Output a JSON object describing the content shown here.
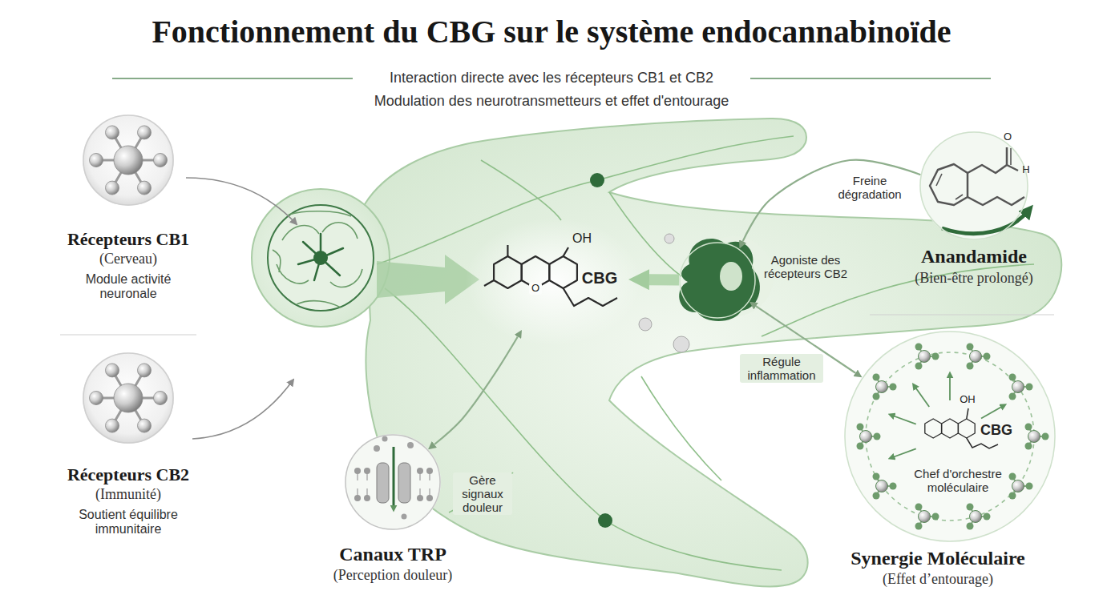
{
  "diagram": {
    "title": "Fonctionnement du CBG sur le système endocannabinoïde",
    "nodes": [
      {
        "text": [
          "Récepteurs CB1",
          "(Cerveau)",
          "Module activité neuronale"
        ]
      },
      {
        "text": [
          "Récepteurs CB2",
          "(Immunité)",
          "Soutient équilibre immunitaire"
        ]
      },
      {
        "text": [
          "CBG"
        ]
      },
      {
        "text": [
          "Agoniste des récepteurs CB2"
        ]
      },
      {
        "text": [
          "Anandamide",
          "(Bien-être prolongé)"
        ]
      },
      {
        "text": [
          "Canaux TRP",
          "(Perception douleur)"
        ]
      },
      {
        "text": [
          "CBG",
          "Chef d'orchestre moléculaire",
          "Synergie Moléculaire",
          "(Effet d’entourage)"
        ]
      }
    ],
    "edges": [
      {
        "from": 4,
        "to": 3,
        "arrow": "to",
        "label": "Freine dégradation"
      },
      {
        "from": 3,
        "to": 2,
        "arrow": "to"
      },
      {
        "from": 5,
        "to": 2,
        "arrow": "both",
        "label": "Gère signaux douleur"
      },
      {
        "from": 3,
        "to": 6,
        "arrow": "both",
        "label": "Régule inflammation"
      }
    ],
    "labels": [
      "Interaction directe avec les récepteurs CB1 et CB2",
      "Modulation des neurotransmetteurs et effet d'entourage",
      "OH",
      "O",
      "O",
      "H",
      "OH"
    ]
  }
}
